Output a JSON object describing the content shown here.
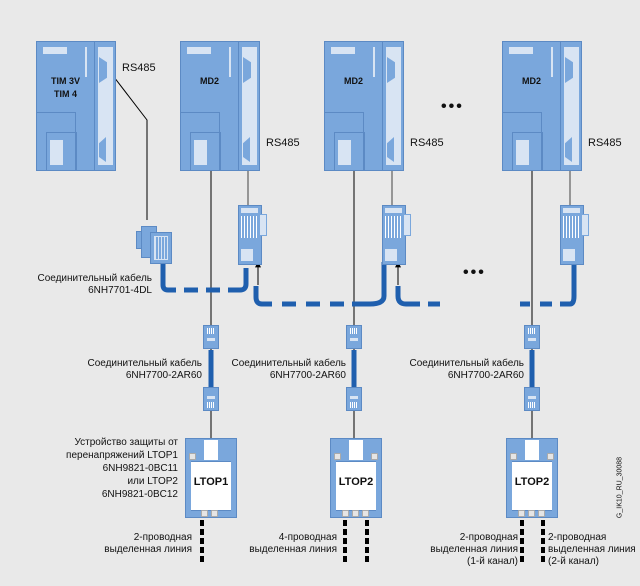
{
  "modules": [
    {
      "id": "tim",
      "label_lines": [
        "TIM 3V",
        "TIM 4"
      ],
      "interface": "RS485"
    },
    {
      "id": "md2-1",
      "label_lines": [
        "MD2"
      ],
      "interface": "RS485"
    },
    {
      "id": "md2-2",
      "label_lines": [
        "MD2"
      ],
      "interface": "RS485"
    },
    {
      "id": "md2-n",
      "label_lines": [
        "MD2"
      ],
      "interface": "RS485"
    }
  ],
  "ellipsis": "•••",
  "bus_cable": {
    "line1": "Соединительный кабель",
    "line2": "6NH7701-4DL"
  },
  "patch_cables": [
    {
      "line1": "Соединительный кабель",
      "line2": "6NH7700-2AR60"
    },
    {
      "line1": "Соединительный кабель",
      "line2": "6NH7700-2AR60"
    },
    {
      "line1": "Соединительный кабель",
      "line2": "6NH7700-2AR60"
    }
  ],
  "surge_note": {
    "lines": [
      "Устройство защиты от",
      "перенапряжений LTOP1",
      "6NH9821-0BC11",
      "или LTOP2",
      "6NH9821-0BC12"
    ]
  },
  "ltop_devices": [
    {
      "name": "LTOP1"
    },
    {
      "name": "LTOP2"
    },
    {
      "name": "LTOP2"
    }
  ],
  "lines": {
    "two_wire": [
      "2-проводная",
      "выделенная линия"
    ],
    "four_wire": [
      "4-проводная",
      "выделенная линия"
    ],
    "channel1": [
      "2-проводная",
      "выделенная линия",
      "(1-й канал)"
    ],
    "channel2": [
      "2-проводная",
      "выделенная линия",
      "(2-й канал)"
    ]
  },
  "figure_id": "G_IK10_RU_30088",
  "colors": {
    "module": "#7aa7dc",
    "module_light": "#d8e4f3",
    "cable": "#1f5fae",
    "background": "#e9e9e9"
  }
}
